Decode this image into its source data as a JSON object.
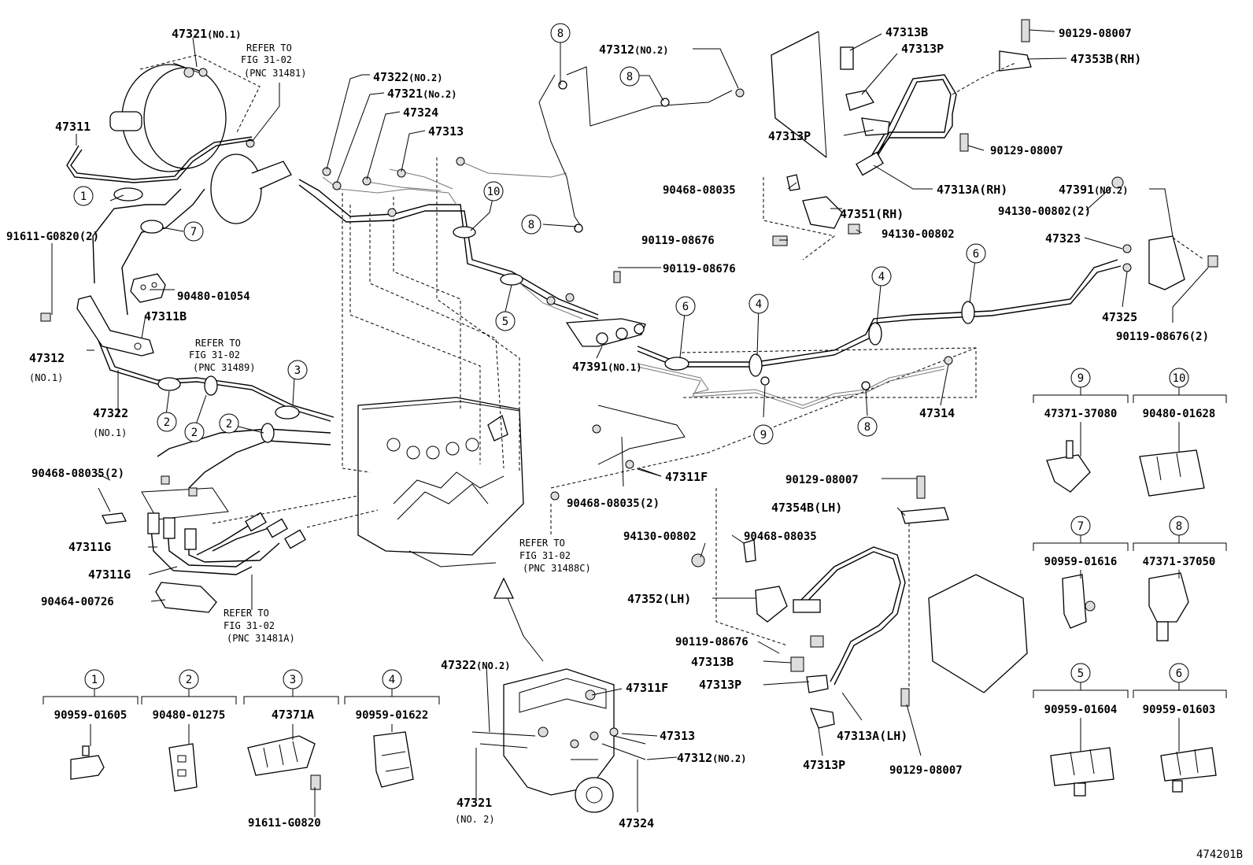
{
  "figure_id": "474201B",
  "labels": [
    {
      "id": "l1",
      "text": "47321",
      "sub": "(NO.1)"
    },
    {
      "id": "l2",
      "text": "47311",
      "sub": ""
    },
    {
      "id": "l3",
      "text": "91611-G0820",
      "sub": "(2)"
    },
    {
      "id": "l4",
      "text": "90480-01054",
      "sub": ""
    },
    {
      "id": "l5",
      "text": "47311B",
      "sub": ""
    },
    {
      "id": "l6",
      "text": "47312",
      "sub": ""
    },
    {
      "id": "l7",
      "text": "(NO.1)",
      "sub": ""
    },
    {
      "id": "l8",
      "text": "47322",
      "sub": ""
    },
    {
      "id": "l9",
      "text": "(NO.1)",
      "sub": ""
    },
    {
      "id": "l10",
      "text": "90468-08035",
      "sub": "(2)"
    },
    {
      "id": "l11",
      "text": "47311G",
      "sub": ""
    },
    {
      "id": "l12",
      "text": "47311G",
      "sub": ""
    },
    {
      "id": "l13",
      "text": "90464-00726",
      "sub": ""
    },
    {
      "id": "l14",
      "text": "47322",
      "sub": "(NO.2)"
    },
    {
      "id": "l15",
      "text": "47321",
      "sub": "(No.2)"
    },
    {
      "id": "l16",
      "text": "47324",
      "sub": ""
    },
    {
      "id": "l17",
      "text": "47313",
      "sub": ""
    },
    {
      "id": "l18",
      "text": "47312",
      "sub": "(NO.2)"
    },
    {
      "id": "l19",
      "text": "47313B",
      "sub": ""
    },
    {
      "id": "l20",
      "text": "47313P",
      "sub": ""
    },
    {
      "id": "l21",
      "text": "90129-08007",
      "sub": ""
    },
    {
      "id": "l22",
      "text": "47353B",
      "sub": "(RH)"
    },
    {
      "id": "l23",
      "text": "47313P",
      "sub": ""
    },
    {
      "id": "l24",
      "text": "90129-08007",
      "sub": ""
    },
    {
      "id": "l25",
      "text": "90468-08035",
      "sub": ""
    },
    {
      "id": "l26",
      "text": "47313A",
      "sub": "(RH)"
    },
    {
      "id": "l27",
      "text": "47391",
      "sub": "(NO.2)"
    },
    {
      "id": "l28",
      "text": "47351",
      "sub": "(RH)"
    },
    {
      "id": "l29",
      "text": "94130-00802",
      "sub": "(2)"
    },
    {
      "id": "l30",
      "text": "90119-08676",
      "sub": ""
    },
    {
      "id": "l31",
      "text": "94130-00802",
      "sub": ""
    },
    {
      "id": "l32",
      "text": "47323",
      "sub": ""
    },
    {
      "id": "l33",
      "text": "90119-08676",
      "sub": ""
    },
    {
      "id": "l34",
      "text": "47325",
      "sub": ""
    },
    {
      "id": "l35",
      "text": "90119-08676",
      "sub": "(2)"
    },
    {
      "id": "l36",
      "text": "47391",
      "sub": "(NO.1)"
    },
    {
      "id": "l37",
      "text": "47314",
      "sub": ""
    },
    {
      "id": "l38",
      "text": "47311F",
      "sub": ""
    },
    {
      "id": "l39",
      "text": "90468-08035",
      "sub": "(2)"
    },
    {
      "id": "l40",
      "text": "90129-08007",
      "sub": ""
    },
    {
      "id": "l41",
      "text": "47354B",
      "sub": "(LH)"
    },
    {
      "id": "l42",
      "text": "94130-00802",
      "sub": ""
    },
    {
      "id": "l43",
      "text": "90468-08035",
      "sub": ""
    },
    {
      "id": "l44",
      "text": "47352",
      "sub": "(LH)"
    },
    {
      "id": "l45",
      "text": "90119-08676",
      "sub": ""
    },
    {
      "id": "l46",
      "text": "47313B",
      "sub": ""
    },
    {
      "id": "l47",
      "text": "47313P",
      "sub": ""
    },
    {
      "id": "l48",
      "text": "47313A",
      "sub": "(LH)"
    },
    {
      "id": "l49",
      "text": "47313P",
      "sub": ""
    },
    {
      "id": "l50",
      "text": "90129-08007",
      "sub": ""
    },
    {
      "id": "l51",
      "text": "47322",
      "sub": "(NO.2)"
    },
    {
      "id": "l52",
      "text": "47311F",
      "sub": ""
    },
    {
      "id": "l53",
      "text": "47313",
      "sub": ""
    },
    {
      "id": "l54",
      "text": "47312",
      "sub": "(NO.2)"
    },
    {
      "id": "l55",
      "text": "47321",
      "sub": ""
    },
    {
      "id": "l56",
      "text": "(NO. 2)",
      "sub": ""
    },
    {
      "id": "l57",
      "text": "47324",
      "sub": ""
    },
    {
      "id": "l58",
      "text": "91611-G0820",
      "sub": ""
    }
  ],
  "refer_notes": [
    {
      "id": "r1",
      "lines": [
        "REFER TO",
        "FIG 31-02",
        "(PNC 31481)"
      ]
    },
    {
      "id": "r2",
      "lines": [
        "REFER TO",
        "FIG 31-02",
        "(PNC 31489)"
      ]
    },
    {
      "id": "r3",
      "lines": [
        "REFER TO",
        "FIG 31-02",
        "(PNC 31488C)"
      ]
    },
    {
      "id": "r4",
      "lines": [
        "REFER TO",
        "FIG 31-02",
        "(PNC 31481A)"
      ]
    }
  ],
  "callouts": [
    {
      "id": "c1",
      "num": "1"
    },
    {
      "id": "c2",
      "num": "7"
    },
    {
      "id": "c3",
      "num": "2"
    },
    {
      "id": "c4",
      "num": "2"
    },
    {
      "id": "c5",
      "num": "2"
    },
    {
      "id": "c6",
      "num": "3"
    },
    {
      "id": "c7",
      "num": "8"
    },
    {
      "id": "c8",
      "num": "8"
    },
    {
      "id": "c9",
      "num": "8"
    },
    {
      "id": "c10",
      "num": "10"
    },
    {
      "id": "c11",
      "num": "5"
    },
    {
      "id": "c12",
      "num": "6"
    },
    {
      "id": "c13",
      "num": "4"
    },
    {
      "id": "c14",
      "num": "4"
    },
    {
      "id": "c15",
      "num": "6"
    },
    {
      "id": "c16",
      "num": "9"
    },
    {
      "id": "c17",
      "num": "8"
    }
  ],
  "legend": [
    {
      "id": "g1",
      "num": "1",
      "part": "90959-01605"
    },
    {
      "id": "g2",
      "num": "2",
      "part": "90480-01275"
    },
    {
      "id": "g3",
      "num": "3",
      "part": "47371A"
    },
    {
      "id": "g4",
      "num": "4",
      "part": "90959-01622"
    },
    {
      "id": "g9",
      "num": "9",
      "part": "47371-37080"
    },
    {
      "id": "g10",
      "num": "10",
      "part": "90480-01628"
    },
    {
      "id": "g7",
      "num": "7",
      "part": "90959-01616"
    },
    {
      "id": "g8",
      "num": "8",
      "part": "47371-37050"
    },
    {
      "id": "g5",
      "num": "5",
      "part": "90959-01604"
    },
    {
      "id": "g6",
      "num": "6",
      "part": "90959-01603"
    }
  ]
}
